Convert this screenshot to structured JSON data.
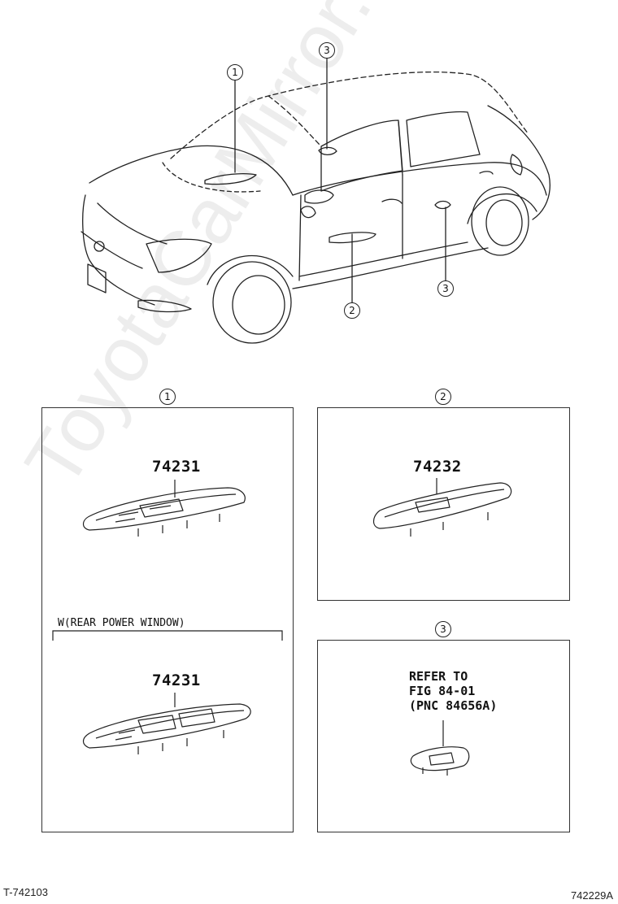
{
  "callouts": {
    "c1": "1",
    "c2": "2",
    "c3": "3"
  },
  "panels": {
    "p1": {
      "callout": "1",
      "part_top": "74231",
      "variant_label": "W(REAR POWER WINDOW)",
      "part_bottom": "74231"
    },
    "p2": {
      "callout": "2",
      "part": "74232"
    },
    "p3": {
      "callout": "3",
      "refer_line1": "REFER TO",
      "refer_line2": "FIG 84-01",
      "refer_line3": "(PNC 84656A)"
    }
  },
  "footer": {
    "left_code": "T-742103",
    "right_code": "742229A"
  },
  "watermark": "ToyotaCarMirror.ru",
  "colors": {
    "line": "#222222",
    "background": "#ffffff"
  }
}
